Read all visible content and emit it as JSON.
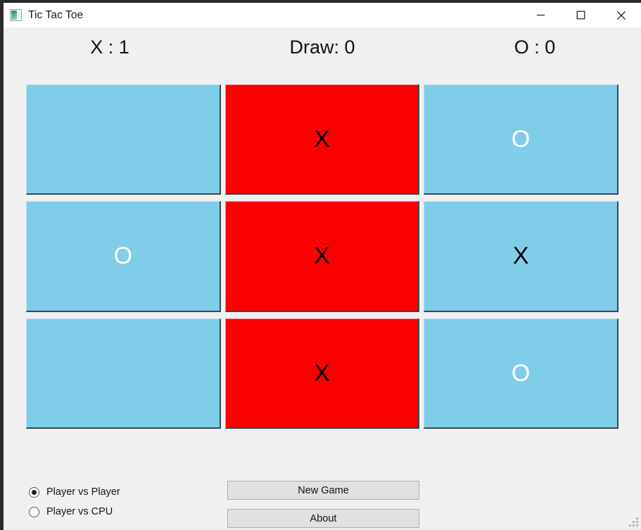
{
  "window": {
    "title": "Tic Tac Toe",
    "icon": "app-image-icon",
    "controls": {
      "minimize": "minimize-icon",
      "maximize": "maximize-icon",
      "close": "close-icon"
    }
  },
  "scores": [
    {
      "label": "X : 1"
    },
    {
      "label": "Draw: 0"
    },
    {
      "label": "O : 0"
    }
  ],
  "board": {
    "cells": [
      {
        "mark": "",
        "state": "empty"
      },
      {
        "mark": "X",
        "state": "win"
      },
      {
        "mark": "O",
        "state": "empty"
      },
      {
        "mark": "O",
        "state": "empty"
      },
      {
        "mark": "X",
        "state": "win"
      },
      {
        "mark": "X",
        "state": "empty"
      },
      {
        "mark": "",
        "state": "empty"
      },
      {
        "mark": "X",
        "state": "win"
      },
      {
        "mark": "O",
        "state": "empty"
      }
    ]
  },
  "mode": {
    "options": [
      {
        "label": "Player vs Player",
        "selected": true
      },
      {
        "label": "Player vs CPU",
        "selected": false
      }
    ]
  },
  "actions": {
    "new_game": "New Game",
    "about": "About"
  },
  "colors": {
    "cell_empty": "#7fcde8",
    "cell_win": "#fc0000",
    "mark_x": "#000000",
    "mark_o": "#ffffff",
    "window_bg": "#f0f0f0",
    "button_bg": "#e1e1e1"
  }
}
